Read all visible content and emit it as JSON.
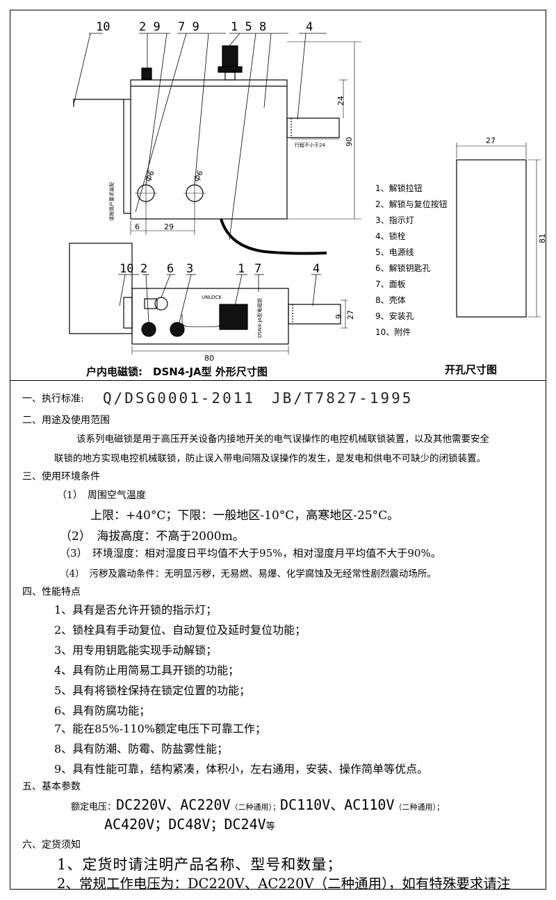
{
  "drawing": {
    "title": "户内电磁锁:　DSN4-JA型 外形尺寸图",
    "cutout_title": "开孔尺寸图",
    "top_callouts": [
      "10",
      "2 9",
      "7 9",
      "1 5 8",
      "4"
    ],
    "bottom_callouts": [
      "10",
      "2",
      "6",
      "3",
      "1",
      "7",
      "4"
    ],
    "dims": {
      "side_24": "24",
      "side_90": "90",
      "hole_left": "ф6",
      "hole_right": "ф6",
      "base_6": "6",
      "base_29": "29",
      "front_80": "80",
      "front_9": "9",
      "front_27": "27",
      "cutout_27": "27",
      "cutout_81": "81",
      "bolt_note": "行程不小于24",
      "side_note": "请按用户要求装配",
      "panel_text": "DSN4-JA型电磁锁",
      "panel_arrow_text": "UNLOCK"
    },
    "legend": [
      "1、解锁拉钮",
      "2、解锁与复位按钮",
      "3、指示灯",
      "4、锁栓",
      "5、电源线",
      "6、解锁钥匙孔",
      "7、面板",
      "8、壳体",
      "9、安装孔",
      "10、附件"
    ]
  },
  "spec": {
    "s1_label": "一、执行标准:",
    "s1_std": "Q/DSG0001-2011　JB/T7827-1995",
    "s2_label": "二、用途及使用范围",
    "s2_p1": "该系列电磁锁是用于高压开关设备内接地开关的电气误操作的电控机械联锁装置，以及其他需要安全",
    "s2_p2": "联锁的地方实现电控机械联锁，防止误入带电间隔及误操作的发生，是发电和供电不可缺少的闭锁装置。",
    "s3_label": "三、使用环境条件",
    "s3_1": "（1）　周围空气温度",
    "s3_1b": "上限：+40°C；下限：一般地区-10°C，高寒地区-25°C。",
    "s3_2": "（2）　海拔高度：不高于2000m。",
    "s3_3": "（3）　环境湿度：相对湿度日平均值不大于95%，相对湿度月平均值不大于90%。",
    "s3_4": "（4）　污秽及震动条件：无明显污秽，无易燃、易爆、化学腐蚀及无经常性剧烈震动场所。",
    "s4_label": "四、性能特点",
    "s4_items": [
      "1、具有是否允许开锁的指示灯；",
      "2、锁栓具有手动复位、自动复位及延时复位功能；",
      "3、用专用钥匙能实现手动解锁；",
      "4、具有防止用简易工具开锁的功能；",
      "5、具有将锁栓保持在锁定位置的功能；",
      "6、具有防腐功能；",
      "7、能在85%-110%额定电压下可靠工作；",
      "8、具有防潮、防霉、防盐雾性能；",
      "9、具有性能可靠，结构紧凑，体积小，左右通用，安装、操作简单等优点。"
    ],
    "s5_label": "五、基本参数",
    "s5_l1a": "额定电压：",
    "s5_l1b": "DC220V、AC220V",
    "s5_l1c": "（二种通用）；",
    "s5_l1d": "DC110V、AC110V",
    "s5_l1e": "（二种通用）；",
    "s5_l2a": "AC420V；DC48V；DC24V",
    "s5_l2b": "等",
    "s6_label": "六、定货须知",
    "s6_1": "1、定货时请注明产品名称、型号和数量；",
    "s6_2": "2、常规工作电压为：DC220V、AC220V（二种通用），如有特殊要求请注"
  }
}
